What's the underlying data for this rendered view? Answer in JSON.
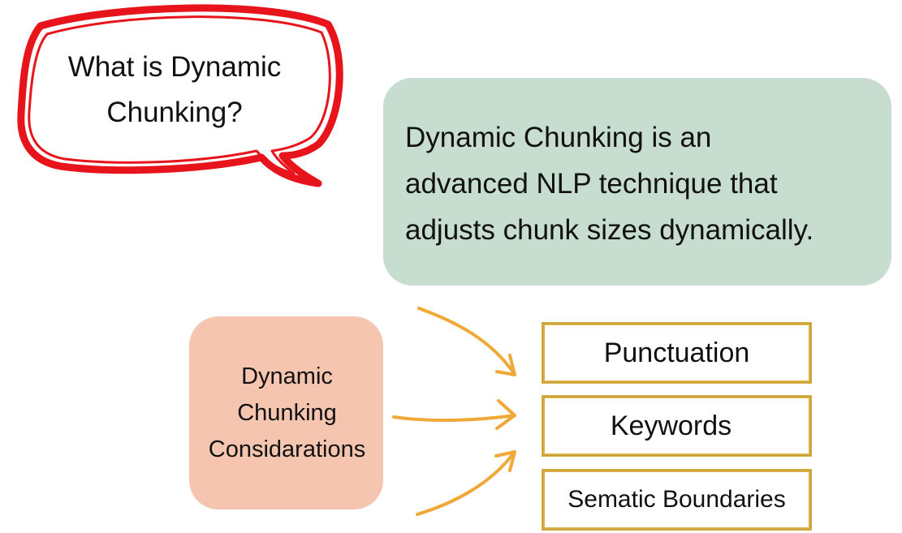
{
  "speech_bubble": {
    "question": "What is Dynamic Chunking?",
    "border_color": "#e8141b"
  },
  "definition": {
    "text_lines": [
      "Dynamic Chunking is an",
      "advanced NLP technique that",
      "adjusts chunk sizes dynamically."
    ],
    "background_color": "#c6ddd0"
  },
  "considerations": {
    "label": "Dynamic\nChunking\nConsidarations",
    "background_color": "#f5c5b0"
  },
  "factors": [
    {
      "label": "Punctuation"
    },
    {
      "label": "Keywords"
    },
    {
      "label": "Sematic Boundaries"
    }
  ],
  "colors": {
    "arrow": "#f0a938",
    "factor_border": "#d9b14a"
  },
  "icons": {
    "arrow": "curved-arrow-icon"
  }
}
